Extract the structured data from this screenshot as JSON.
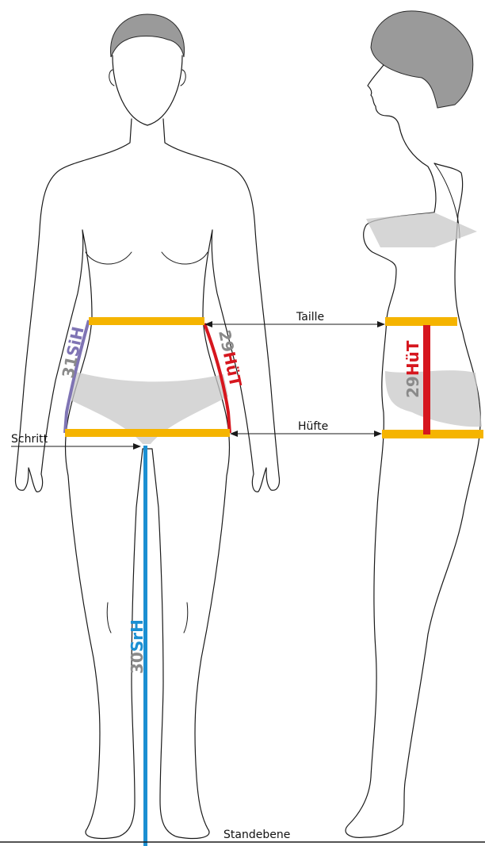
{
  "labels": {
    "taille": "Taille",
    "huefte": "Hüfte",
    "schritt": "Schritt",
    "standebene": "Standebene"
  },
  "measurements": {
    "sih": {
      "number": "31",
      "abbr": "SiH",
      "color": "#7f74b4"
    },
    "huet_front": {
      "number": "29",
      "abbr": "HüT",
      "color": "#d6161e"
    },
    "huet_side": {
      "number": "29",
      "abbr": "HüT",
      "color": "#d6161e"
    },
    "srh": {
      "number": "30",
      "abbr": "SrH",
      "color": "#1b8fd2"
    }
  },
  "colors": {
    "waist_hip_band": "#f5b400",
    "outline": "#1a1a1a",
    "garment": "#c8c8c8",
    "hair": "#9a9a9a"
  }
}
